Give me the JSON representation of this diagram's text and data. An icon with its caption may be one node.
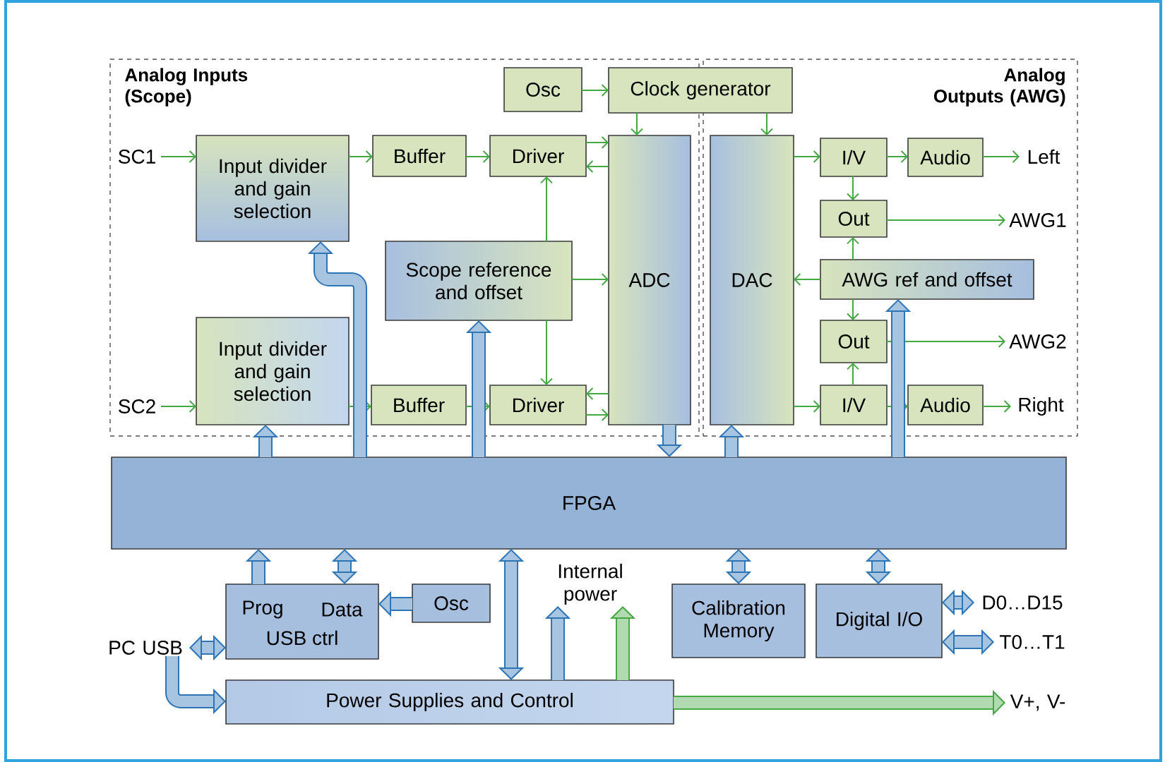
{
  "diagram": {
    "nodes": [
      {
        "text": [
          "Analog Inputs (Scope)"
        ]
      },
      {
        "text": [
          "Analog Outputs (AWG)"
        ]
      },
      {
        "text": [
          "Osc"
        ],
        "in": 0
      },
      {
        "text": [
          "Clock generator"
        ]
      },
      {
        "text": [
          "Input divider and gain selection"
        ],
        "in": 0
      },
      {
        "text": [
          "Buffer"
        ],
        "in": 0
      },
      {
        "text": [
          "Driver"
        ],
        "in": 0
      },
      {
        "text": [
          "ADC"
        ],
        "in": 0
      },
      {
        "text": [
          "Scope reference and offset"
        ],
        "in": 0
      },
      {
        "text": [
          "Input divider and gain selection"
        ],
        "in": 0
      },
      {
        "text": [
          "Buffer"
        ],
        "in": 0
      },
      {
        "text": [
          "Driver"
        ],
        "in": 0
      },
      {
        "text": [
          "DAC"
        ],
        "in": 1
      },
      {
        "text": [
          "I/V"
        ],
        "in": 1
      },
      {
        "text": [
          "Audio"
        ],
        "in": 1
      },
      {
        "text": [
          "Out"
        ],
        "in": 1
      },
      {
        "text": [
          "AWG ref and offset"
        ],
        "in": 1
      },
      {
        "text": [
          "Out"
        ],
        "in": 1
      },
      {
        "text": [
          "I/V"
        ],
        "in": 1
      },
      {
        "text": [
          "Audio"
        ],
        "in": 1
      },
      {
        "text": [
          "FPGA"
        ]
      },
      {
        "text": [
          "Prog",
          "Data",
          "USB ctrl"
        ]
      },
      {
        "text": [
          "Osc"
        ]
      },
      {
        "text": [
          "Internal power"
        ]
      },
      {
        "text": [
          "Calibration Memory"
        ]
      },
      {
        "text": [
          "Digital I/O"
        ]
      },
      {
        "text": [
          "Power Supplies and Control"
        ]
      },
      {
        "text": [
          "SC1"
        ],
        "in": 0
      },
      {
        "text": [
          "SC2"
        ],
        "in": 0
      },
      {
        "text": [
          "Left"
        ],
        "in": 1
      },
      {
        "text": [
          "AWG1"
        ],
        "in": 1
      },
      {
        "text": [
          "AWG2"
        ],
        "in": 1
      },
      {
        "text": [
          "Right"
        ],
        "in": 1
      },
      {
        "text": [
          "PC USB"
        ]
      },
      {
        "text": [
          "D0…D15"
        ]
      },
      {
        "text": [
          "T0…T1"
        ]
      },
      {
        "text": [
          "V+, V-"
        ]
      }
    ],
    "edges": [
      {
        "from": 27,
        "to": 4,
        "arrow": "to"
      },
      {
        "from": 4,
        "to": 5,
        "arrow": "to"
      },
      {
        "from": 5,
        "to": 6,
        "arrow": "to"
      },
      {
        "from": 6,
        "to": 7,
        "arrow": "to"
      },
      {
        "from": 7,
        "to": 6,
        "arrow": "to"
      },
      {
        "from": 2,
        "to": 3,
        "arrow": "to"
      },
      {
        "from": 3,
        "to": 7,
        "arrow": "to"
      },
      {
        "from": 3,
        "to": 12,
        "arrow": "to"
      },
      {
        "from": 8,
        "to": 6,
        "arrow": "to"
      },
      {
        "from": 8,
        "to": 11,
        "arrow": "to"
      },
      {
        "from": 8,
        "to": 7,
        "arrow": "to"
      },
      {
        "from": 28,
        "to": 9,
        "arrow": "to"
      },
      {
        "from": 9,
        "to": 10,
        "arrow": "to"
      },
      {
        "from": 10,
        "to": 11,
        "arrow": "to"
      },
      {
        "from": 11,
        "to": 7,
        "arrow": "to"
      },
      {
        "from": 7,
        "to": 11,
        "arrow": "to"
      },
      {
        "from": 12,
        "to": 13,
        "arrow": "to"
      },
      {
        "from": 13,
        "to": 14,
        "arrow": "to"
      },
      {
        "from": 14,
        "to": 29,
        "arrow": "to"
      },
      {
        "from": 13,
        "to": 15,
        "arrow": "to"
      },
      {
        "from": 15,
        "to": 30,
        "arrow": "to"
      },
      {
        "from": 16,
        "to": 15,
        "arrow": "to"
      },
      {
        "from": 16,
        "to": 12,
        "arrow": "to"
      },
      {
        "from": 16,
        "to": 17,
        "arrow": "to"
      },
      {
        "from": 17,
        "to": 31,
        "arrow": "to"
      },
      {
        "from": 18,
        "to": 17,
        "arrow": "to"
      },
      {
        "from": 12,
        "to": 18,
        "arrow": "to"
      },
      {
        "from": 18,
        "to": 19,
        "arrow": "to"
      },
      {
        "from": 19,
        "to": 32,
        "arrow": "to"
      },
      {
        "from": 20,
        "to": 4,
        "arrow": "to",
        "style": "thick",
        "color": "#2e75b6"
      },
      {
        "from": 20,
        "to": 9,
        "arrow": "to",
        "style": "thick",
        "color": "#2e75b6"
      },
      {
        "from": 20,
        "to": 8,
        "arrow": "to",
        "style": "thick",
        "color": "#2e75b6"
      },
      {
        "from": 7,
        "to": 20,
        "arrow": "to",
        "style": "thick",
        "color": "#2e75b6"
      },
      {
        "from": 20,
        "to": 12,
        "arrow": "to",
        "style": "thick",
        "color": "#2e75b6"
      },
      {
        "from": 20,
        "to": 16,
        "arrow": "to",
        "style": "thick",
        "color": "#2e75b6"
      },
      {
        "from": 21,
        "to": 20,
        "arrow": "to",
        "style": "thick",
        "color": "#2e75b6"
      },
      {
        "from": 21,
        "to": 20,
        "arrow": "both",
        "style": "thick",
        "color": "#2e75b6"
      },
      {
        "from": 22,
        "to": 21,
        "arrow": "to",
        "style": "thick",
        "color": "#2e75b6"
      },
      {
        "from": 33,
        "to": 21,
        "arrow": "both",
        "style": "thick",
        "color": "#2e75b6"
      },
      {
        "from": 33,
        "to": 26,
        "arrow": "to",
        "style": "thick",
        "color": "#2e75b6"
      },
      {
        "from": 26,
        "to": 20,
        "arrow": "both",
        "style": "thick",
        "color": "#2e75b6"
      },
      {
        "from": 26,
        "to": 23,
        "arrow": "to",
        "style": "thick",
        "color": "#2e75b6"
      },
      {
        "from": 20,
        "to": 24,
        "arrow": "both",
        "style": "thick",
        "color": "#2e75b6"
      },
      {
        "from": 20,
        "to": 25,
        "arrow": "both",
        "style": "thick",
        "color": "#2e75b6"
      },
      {
        "from": 25,
        "to": 34,
        "arrow": "both",
        "style": "thick",
        "color": "#2e75b6"
      },
      {
        "from": 25,
        "to": 35,
        "arrow": "both",
        "style": "thick",
        "color": "#2e75b6"
      },
      {
        "from": 26,
        "to": 23,
        "arrow": "to",
        "style": "thick"
      },
      {
        "from": 26,
        "to": 36,
        "arrow": "to",
        "style": "thick"
      }
    ]
  }
}
